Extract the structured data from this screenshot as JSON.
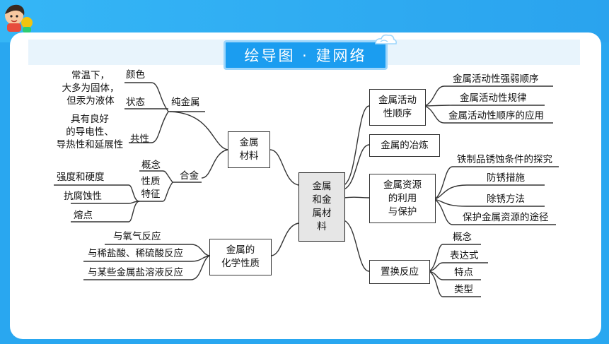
{
  "header": {
    "title": "绘导图 · 建网络"
  },
  "mindmap": {
    "center": "金属和金属材料",
    "center_lines": [
      "金属",
      "和金",
      "属材",
      "料"
    ],
    "left": {
      "materials": {
        "label": "金属材料",
        "lines": [
          "金属",
          "材料"
        ],
        "pure": {
          "label": "纯金属",
          "color": {
            "label": "颜色"
          },
          "state": {
            "label": "状态",
            "desc_lines": [
              "常温下，",
              "大多为固体，",
              "但汞为液体"
            ]
          },
          "common": {
            "label": "共性",
            "desc_lines": [
              "具有良好",
              "的导电性、",
              "导热性和延展性"
            ]
          }
        },
        "alloy": {
          "label": "合金",
          "concept": "概念",
          "props_lines": [
            "性质",
            "特征"
          ],
          "props_items": [
            "强度和硬度",
            "抗腐蚀性",
            "熔点"
          ]
        }
      },
      "chemical": {
        "label": "金属的化学性质",
        "lines": [
          "金属的",
          "化学性质"
        ],
        "items": [
          "与氧气反应",
          "与稀盐酸、稀硫酸反应",
          "与某些金属盐溶液反应"
        ]
      }
    },
    "right": {
      "activity": {
        "label": "金属活动性顺序",
        "lines": [
          "金属活动",
          "性顺序"
        ],
        "items": [
          "金属活动性强弱顺序",
          "金属活动性规律",
          "金属活动性顺序的应用"
        ]
      },
      "smelting": {
        "label": "金属的冶炼"
      },
      "resources": {
        "label": "金属资源的利用与保护",
        "lines": [
          "金属资源",
          "的利用",
          "与保护"
        ],
        "items": [
          "铁制品锈蚀条件的探究",
          "防锈措施",
          "除锈方法",
          "保护金属资源的途径"
        ]
      },
      "displacement": {
        "label": "置换反应",
        "items": [
          "概念",
          "表达式",
          "特点",
          "类型"
        ]
      }
    }
  },
  "colors": {
    "background": "#29a7f0",
    "title_fill": "#1b9df0",
    "center_fill": "#e6e6e6"
  }
}
